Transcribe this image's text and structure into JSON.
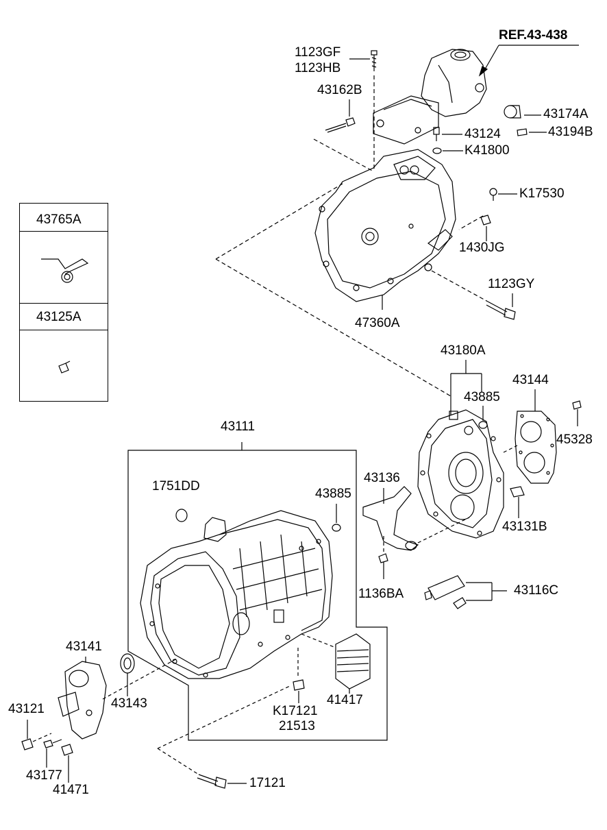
{
  "reference": "REF.43-438",
  "legend": {
    "items": [
      {
        "part_no": "43765A"
      },
      {
        "part_no": "43125A"
      }
    ]
  },
  "callouts": {
    "c1123GF": "1123GF",
    "c1123HB": "1123HB",
    "c43162B": "43162B",
    "c43174A": "43174A",
    "c43124": "43124",
    "c43194B": "43194B",
    "cK41800": "K41800",
    "cK17530": "K17530",
    "c1430JG": "1430JG",
    "c1123GY": "1123GY",
    "c47360A": "47360A",
    "c43180A": "43180A",
    "c43144": "43144",
    "c43885a": "43885",
    "c45328": "45328",
    "c43111": "43111",
    "c1751DD": "1751DD",
    "c43136": "43136",
    "c43885b": "43885",
    "c43131B": "43131B",
    "c1136BA": "1136BA",
    "c43116C": "43116C",
    "c43141": "43141",
    "c43121": "43121",
    "c43143": "43143",
    "c41417": "41417",
    "cK17121": "K17121",
    "c21513": "21513",
    "c43177": "43177",
    "c41471": "41471",
    "c17121": "17121"
  }
}
